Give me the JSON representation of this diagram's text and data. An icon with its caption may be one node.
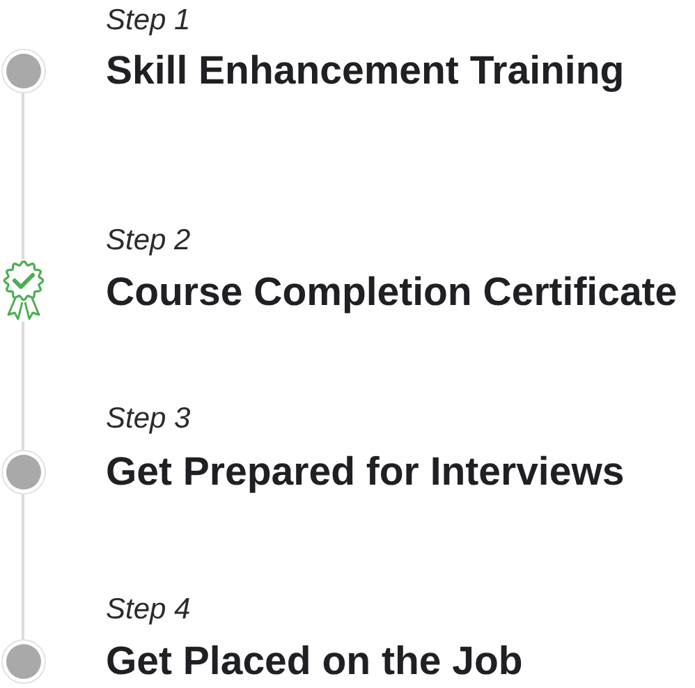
{
  "diagram": {
    "nodes": [
      {
        "text": [],
        "shape": "circle",
        "beside": [
          "Step 1",
          "Skill Enhancement Training"
        ]
      },
      {
        "text": [],
        "shape": "picture",
        "beside": [
          "Step 2",
          "Course Completion Certificate"
        ]
      },
      {
        "text": [],
        "shape": "circle",
        "beside": [
          "Step 3",
          "Get Prepared for Interviews"
        ]
      },
      {
        "text": [],
        "shape": "circle",
        "beside": [
          "Step 4",
          "Get Placed on the Job"
        ]
      }
    ],
    "edges": [
      {
        "from": 0,
        "to": 1,
        "arrow": "none"
      },
      {
        "from": 1,
        "to": 2,
        "arrow": "none"
      },
      {
        "from": 2,
        "to": 3,
        "arrow": "none"
      }
    ]
  }
}
